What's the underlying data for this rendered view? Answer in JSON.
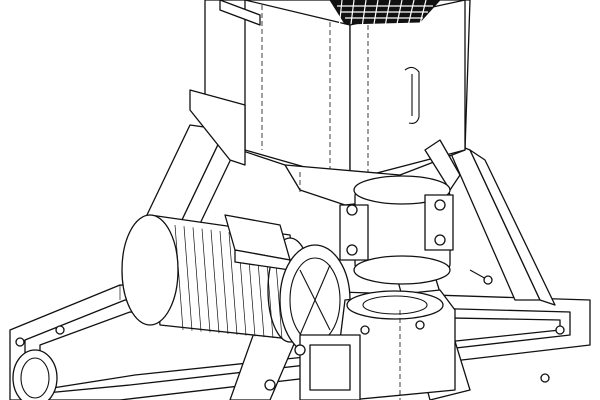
{
  "drawing": {
    "style": "isometric technical line drawing",
    "line_color": "#111111",
    "background_color": "#ffffff",
    "components": [
      "hopper",
      "hopper-grid",
      "hopper-handle",
      "frame",
      "electric-motor",
      "pellet-press-head",
      "gearbox",
      "base-frame"
    ]
  }
}
